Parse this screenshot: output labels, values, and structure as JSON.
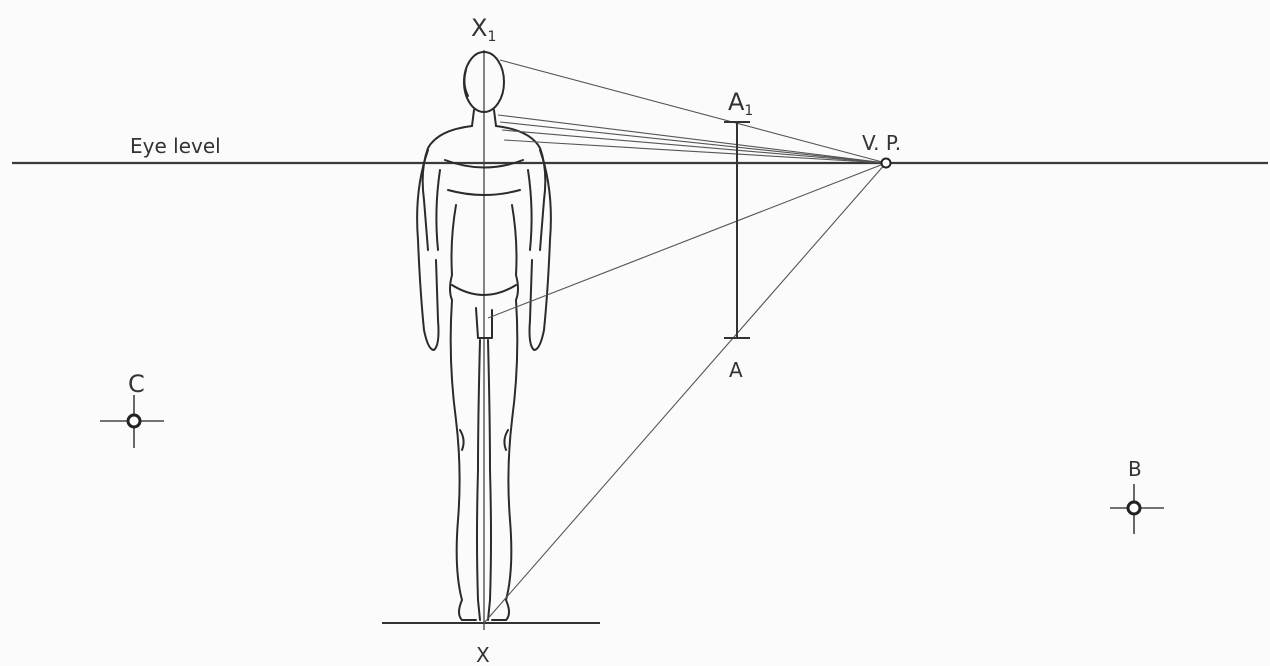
{
  "labels": {
    "eye_level": "Eye level",
    "vanishing_point": "V. P.",
    "x_top_base": "X",
    "x_top_sub": "1",
    "x_bottom": "X",
    "a_top_base": "A",
    "a_top_sub": "1",
    "a_bottom": "A",
    "point_b": "B",
    "point_c": "C"
  }
}
